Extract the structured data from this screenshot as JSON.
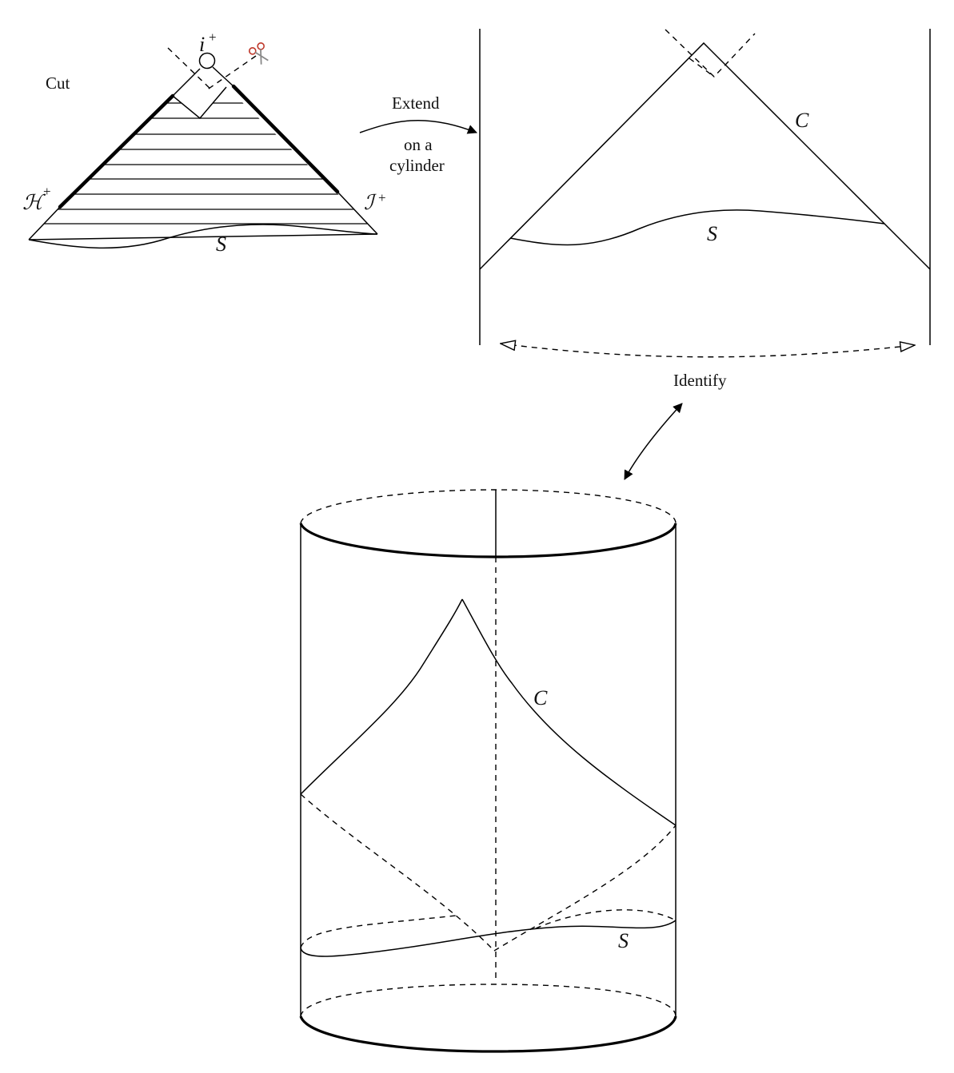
{
  "labels": {
    "cut": "Cut",
    "i_plus": "i",
    "plus": "+",
    "h_plus": "ℋ",
    "scri_plus": "ℐ",
    "s_small": "S",
    "extend": "Extend",
    "on_a": "on a",
    "cylinder": "cylinder",
    "c_flat": "C",
    "s_flat": "S",
    "identify": "Identify",
    "c_cyl": "C",
    "s_cyl": "S"
  },
  "icons": {
    "scissors": "scissors-icon"
  },
  "colors": {
    "ink": "#000000",
    "scissors": "#c0392b"
  }
}
